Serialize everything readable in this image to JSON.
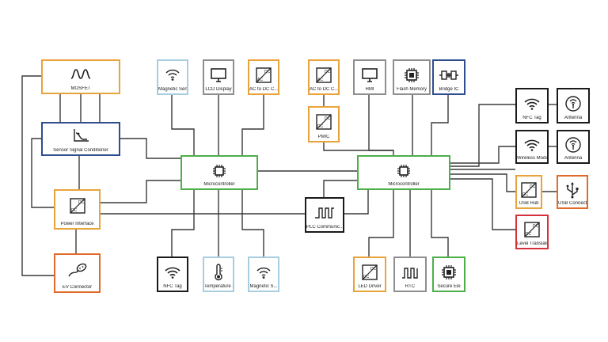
{
  "blocks": {
    "mosfet": "MOSFET",
    "sensor_signal_conditioner": "Sensor Signal Conditioner",
    "power_interface": "Power Interface",
    "ev_connector": "EV Connector",
    "magnetic_sensor_top": "Magnetic Sensor",
    "lcd_display": "LCD Display",
    "ac_dc_left": "AC to DC C...",
    "microcontroller_left": "Microcontroller",
    "nfc_tag_bottom": "NFC Tag",
    "temperature_sensor": "Temperature Sensor",
    "magnetic_sensor_bottom": "Magnetic S...",
    "plc_communication": "PLC Communic...",
    "ac_dc_right": "AC to DC C...",
    "pmic": "PMIC",
    "hmi": "HMI",
    "flash_memory": "Flash Memory",
    "bridge_ic": "Bridge IC",
    "microcontroller_right": "Microcontroller",
    "nfc_tag_right": "NFC Tag",
    "antenna_1": "Antenna",
    "wireless_module": "Wireless Module",
    "antenna_2": "Antenna",
    "usb_hub": "USB Hub",
    "usb_connector": "USB Connector",
    "level_translator": "Level Translator",
    "led_driver": "LED Driver",
    "rtc": "RTC",
    "secure_element": "Secure Ele"
  }
}
